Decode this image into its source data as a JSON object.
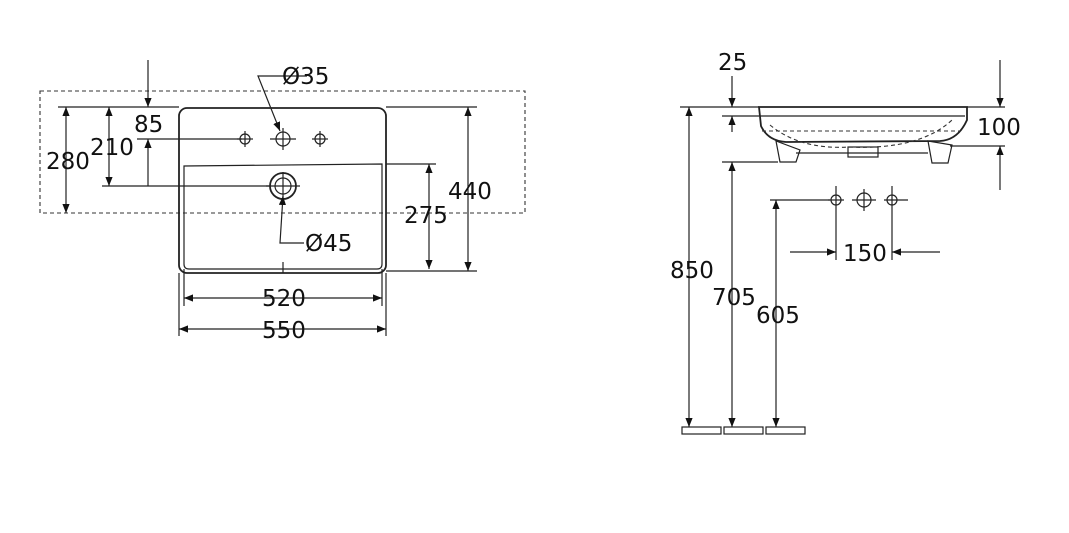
{
  "dimensions": {
    "top_view": {
      "hole_diameter": "Ø35",
      "waste_diameter": "Ø45",
      "d_85": "85",
      "d_210": "210",
      "d_280": "280",
      "d_440": "440",
      "d_275": "275",
      "d_520": "520",
      "d_550": "550"
    },
    "side_view": {
      "d_25": "25",
      "d_100": "100",
      "d_150": "150",
      "d_850": "850",
      "d_705": "705",
      "d_605": "605"
    }
  }
}
